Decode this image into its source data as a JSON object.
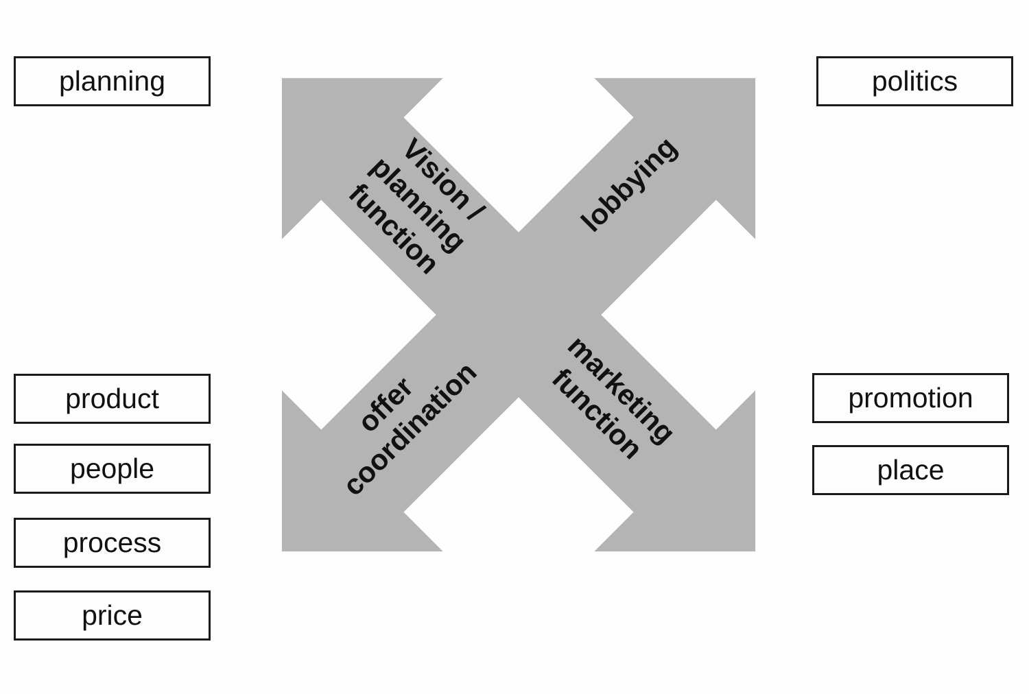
{
  "boxes": {
    "left": [
      "planning",
      "product",
      "people",
      "process",
      "price"
    ],
    "right": [
      "politics",
      "promotion",
      "place"
    ]
  },
  "arrow_labels": {
    "nw_lines": [
      "Vision /",
      "planning",
      "function"
    ],
    "ne_lines": [
      "lobbying"
    ],
    "sw_lines": [
      "offer",
      "coordination"
    ],
    "se_lines": [
      "marketing",
      "function"
    ]
  },
  "colors": {
    "arrow_fill": "#b4b4b5",
    "box_border": "#191919",
    "text": "#111111",
    "background": "#fdfdfd"
  }
}
